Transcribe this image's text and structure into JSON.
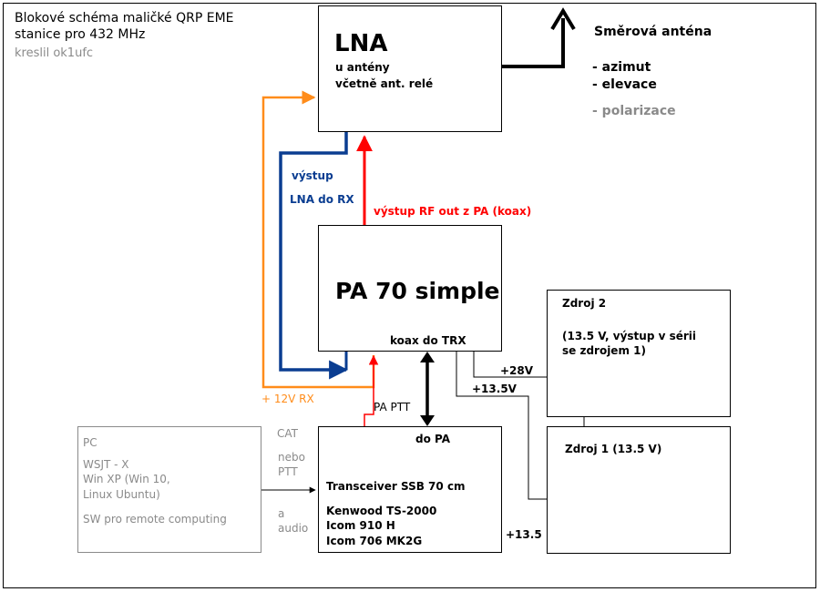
{
  "header": {
    "title_line1": "Blokové schéma maličké QRP EME",
    "title_line2": "stanice pro 432 MHz",
    "author": "kreslil ok1ufc"
  },
  "lna": {
    "title": "LNA",
    "line1": "u antény",
    "line2": "včetně ant. relé"
  },
  "antenna": {
    "title": "Směrová anténa",
    "item1": "- azimut",
    "item2": "- elevace",
    "item3": "- polarizace"
  },
  "pa": {
    "title": "PA 70 simple",
    "koax_label": "koax do TRX"
  },
  "zdroj2": {
    "title": "Zdroj 2",
    "line1": "(13.5 V, výstup v sérii",
    "line2": "se zdrojem 1)"
  },
  "zdroj1": {
    "title": "Zdroj 1 (13.5 V)"
  },
  "pc": {
    "title": "PC",
    "line1": "WSJT - X",
    "line2": "Win XP (Win 10,",
    "line3": "Linux Ubuntu)",
    "line4": "SW pro remote computing"
  },
  "trx": {
    "top_label": "do PA",
    "line1": "Transceiver SSB 70 cm",
    "line2": "Kenwood TS-2000",
    "line3": "Icom 910 H",
    "line4": "Icom 706 MK2G"
  },
  "labels": {
    "vystup": "výstup",
    "lna_do_rx": "LNA do RX",
    "rf_out": "výstup RF out z PA (koax)",
    "plus12v": "+ 12V RX",
    "pa_ptt": "PA PTT",
    "plus28v": "+28V",
    "plus135v": "+13.5V",
    "plus135": "+13.5",
    "cat": "CAT",
    "nebo": "nebo",
    "ptt": "PTT",
    "a": "a",
    "audio": "audio"
  },
  "colors": {
    "blue": "#0a3d91",
    "red": "#ff0000",
    "orange": "#ff8c1a",
    "gray": "#8a8a8a",
    "black": "#000000"
  }
}
